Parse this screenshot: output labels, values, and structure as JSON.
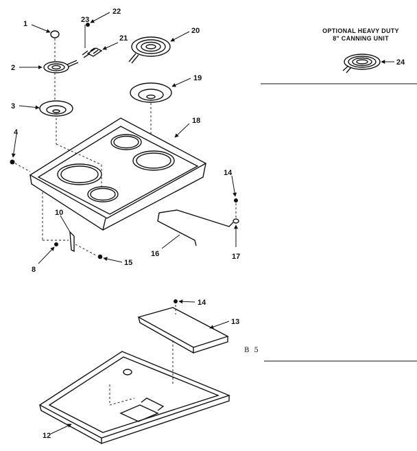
{
  "optional_unit": {
    "title_line1": "OPTIONAL HEAVY DUTY",
    "title_line2": "8\" CANNING UNIT"
  },
  "page_code": "B 5",
  "callouts": {
    "c1": "1",
    "c2": "2",
    "c3": "3",
    "c4": "4",
    "c8": "8",
    "c10": "10",
    "c12": "12",
    "c13": "13",
    "c14_upper": "14",
    "c14_lower": "14",
    "c15": "15",
    "c16": "16",
    "c17": "17",
    "c18": "18",
    "c19": "19",
    "c20": "20",
    "c21": "21",
    "c22": "22",
    "c23": "23",
    "c24": "24"
  }
}
